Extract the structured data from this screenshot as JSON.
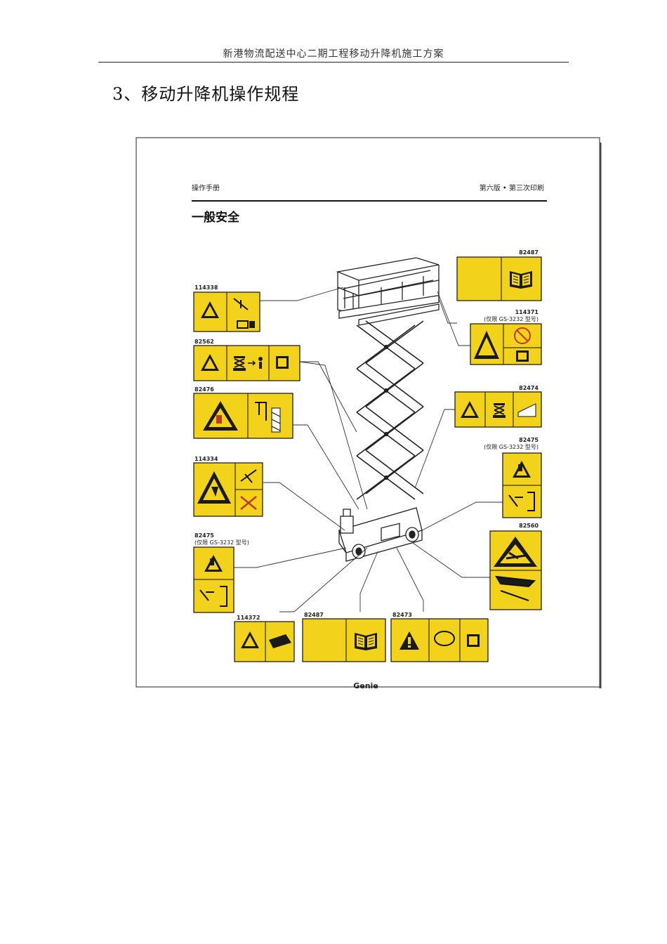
{
  "document": {
    "running_header": "新港物流配送中心二期工程移动升降机施工方案",
    "section_title": "3、移动升降机操作规程"
  },
  "manual_page": {
    "header_left": "操作手册",
    "header_right": "第六版 • 第三次印刷",
    "heading": "一般安全",
    "brand": "Genie"
  },
  "decals": {
    "d114338": "114338",
    "d82562": "82562",
    "d82476": "82476",
    "d114334": "114334",
    "d82475_left": "82475",
    "d82475_left_note": "(仅限 GS-3232 型号)",
    "d114372": "114372",
    "d82487_bottom": "82487",
    "d82473": "82473",
    "d82487_top": "82487",
    "d114371": "114371",
    "d114371_note": "(仅限 GS-3232 型号)",
    "d82474": "82474",
    "d82475_right": "82475",
    "d82475_right_note": "(仅限 GS-3232 型号)",
    "d82560": "82560"
  },
  "colors": {
    "decal_yellow": "#f2d21b",
    "ink": "#1a1a1a"
  }
}
